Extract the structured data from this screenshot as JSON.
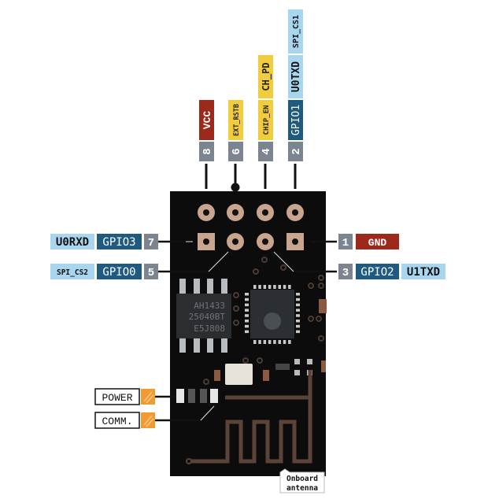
{
  "colors": {
    "board": "#0d0c0c",
    "copper": "#c9a48f",
    "pin_number": "#7c858f",
    "power_red": "#9c2a1c",
    "control_yellow": "#f1cc3c",
    "gpio_dark_blue": "#1f5b80",
    "alt_light_blue": "#a9d6ef",
    "led_orange": "#f09a2f",
    "antenna_trace": "#5b4437"
  },
  "top_pins": [
    {
      "number": "8",
      "labels": [
        "VCC"
      ]
    },
    {
      "number": "6",
      "labels": [
        "EXT_RSTB"
      ]
    },
    {
      "number": "4",
      "labels": [
        "CHIP_EN",
        "CH_PD"
      ]
    },
    {
      "number": "2",
      "labels": [
        "GPIO1",
        "U0TXD",
        "SPI_CS1"
      ]
    }
  ],
  "left_pins": [
    {
      "number": "7",
      "gpio": "GPIO3",
      "alt": "U0RXD"
    },
    {
      "number": "5",
      "gpio": "GPIO0",
      "alt": "SPI_CS2"
    }
  ],
  "right_pins": [
    {
      "number": "1",
      "label": "GND"
    },
    {
      "number": "3",
      "gpio": "GPIO2",
      "alt": "U1TXD"
    }
  ],
  "chips": {
    "flash_marking": [
      "AH1433",
      "25040BT",
      "E5J808"
    ]
  },
  "leds": [
    {
      "label": "POWER"
    },
    {
      "label": "COMM."
    }
  ],
  "antenna_label": [
    "Onboard",
    "antenna"
  ]
}
